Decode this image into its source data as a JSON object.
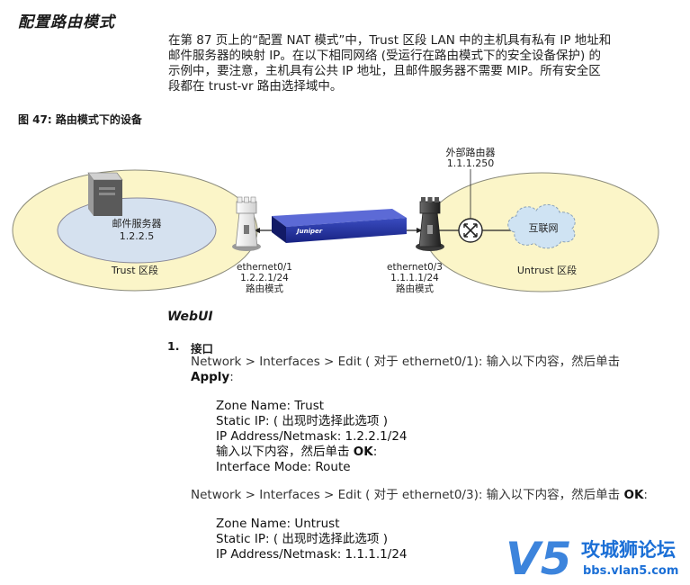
{
  "page": {
    "title": "配置路由模式",
    "intro": [
      "在第 87 页上的“配置 NAT 模式”中，Trust 区段 LAN 中的主机具有私有 IP 地址和",
      "邮件服务器的映射 IP。在以下相同网络 (受运行在路由模式下的安全设备保护) 的",
      "示例中，要注意，主机具有公共 IP 地址，且邮件服务器不需要 MIP。所有安全区",
      "段都在 trust-vr 路由选择域中。"
    ],
    "figure_caption": "图 47:  路由模式下的设备"
  },
  "diagram": {
    "mail_server": [
      "邮件服务器",
      "1.2.2.5"
    ],
    "trust_zone": "Trust 区段",
    "untrust_zone": "Untrust 区段",
    "internet": "互联网",
    "external_router": [
      "外部路由器",
      "1.1.1.250"
    ],
    "eth1": [
      "ethernet0/1",
      "1.2.2.1/24",
      "路由模式"
    ],
    "eth3": [
      "ethernet0/3",
      "1.1.1.1/24",
      "路由模式"
    ],
    "device_brand": "Juniper",
    "colors": {
      "zone_fill": "#fbf5c8",
      "zone_stroke": "#8a8a7a",
      "cloud_fill": "#cfe3f3",
      "device": "#22309a"
    }
  },
  "webui": {
    "heading": "WebUI",
    "step_number": "1.",
    "step_title": "接口",
    "nav1_prefix": "Network > Interfaces > Edit ( 对于 ethernet0/1): 输入以下内容，然后单击",
    "nav1_action": "Apply",
    "nav1_suffix": ":",
    "block1": [
      "Zone Name: Trust",
      "Static IP: ( 出现时选择此选项 )",
      "IP Address/Netmask: 1.2.2.1/24"
    ],
    "block1_mid_prefix": "输入以下内容，然后单击 ",
    "block1_mid_action": "OK",
    "block1_mid_suffix": ":",
    "block1_last": "Interface Mode: Route",
    "nav2_prefix": "Network > Interfaces > Edit ( 对于 ethernet0/3): 输入以下内容，然后单击 ",
    "nav2_action": "OK",
    "nav2_suffix": ":",
    "block2": [
      "Zone Name: Untrust",
      "Static IP: ( 出现时选择此选项 )",
      "IP Address/Netmask: 1.1.1.1/24"
    ]
  },
  "watermark": {
    "mark": "V5",
    "name": "攻城狮论坛",
    "url": "bbs.vlan5.com",
    "color": "#1b6fd6"
  }
}
